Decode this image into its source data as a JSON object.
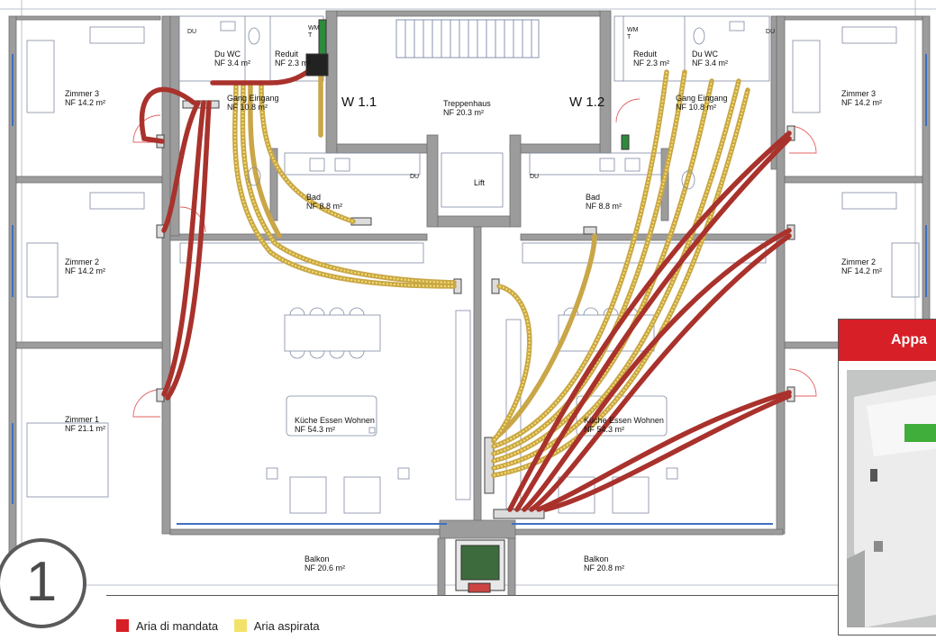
{
  "rooms": {
    "zimmer3_left": {
      "name": "Zimmer 3",
      "area": "NF 14.2 m²"
    },
    "zimmer2_left": {
      "name": "Zimmer 2",
      "area": "NF 14.2 m²"
    },
    "zimmer1_left": {
      "name": "Zimmer 1",
      "area": "NF 21.1 m²"
    },
    "duwc_left": {
      "name": "Du WC",
      "area": "NF 3.4 m²"
    },
    "reduit_left": {
      "name": "Reduit",
      "area": "NF 2.3 m²"
    },
    "gang_left": {
      "name": "Gang Eingang",
      "area": "NF 10.8 m²"
    },
    "bad_left": {
      "name": "Bad",
      "area": "NF 8.8 m²"
    },
    "treppenhaus": {
      "name": "Treppenhaus",
      "area": "NF 20.3 m²"
    },
    "lift": {
      "name": "Lift"
    },
    "reduit_right": {
      "name": "Reduit",
      "area": "NF 2.3 m²"
    },
    "duwc_right": {
      "name": "Du WC",
      "area": "NF 3.4 m²"
    },
    "gang_right": {
      "name": "Gang Eingang",
      "area": "NF 10.8 m²"
    },
    "bad_right": {
      "name": "Bad",
      "area": "NF 8.8 m²"
    },
    "zimmer3_right": {
      "name": "Zimmer 3",
      "area": "NF 14.2 m²"
    },
    "zimmer2_right": {
      "name": "Zimmer 2",
      "area": "NF 14.2 m²"
    },
    "kueche_left": {
      "name": "Küche Essen Wohnen",
      "area": "NF 54.3 m²"
    },
    "kueche_right": {
      "name": "Küche Essen Wohnen",
      "area": "NF 54.3 m²"
    },
    "balkon_left": {
      "name": "Balkon",
      "area": "NF 20.6 m²"
    },
    "balkon_right": {
      "name": "Balkon",
      "area": "NF 20.8 m²"
    }
  },
  "units": {
    "left": "W 1.1",
    "right": "W 1.2"
  },
  "fixtures": {
    "du": "DU",
    "wm": "WM",
    "t": "T"
  },
  "step_number": "1",
  "panel_title": "Appa",
  "legend": [
    {
      "label": "Aria di mandata",
      "color": "#d61f26"
    },
    {
      "label": "Aria aspirata",
      "color": "#f3e26a"
    }
  ],
  "colors": {
    "supply_duct": "#a9322c",
    "extract_duct": "#c9a648",
    "wall": "#9c9c9c"
  }
}
